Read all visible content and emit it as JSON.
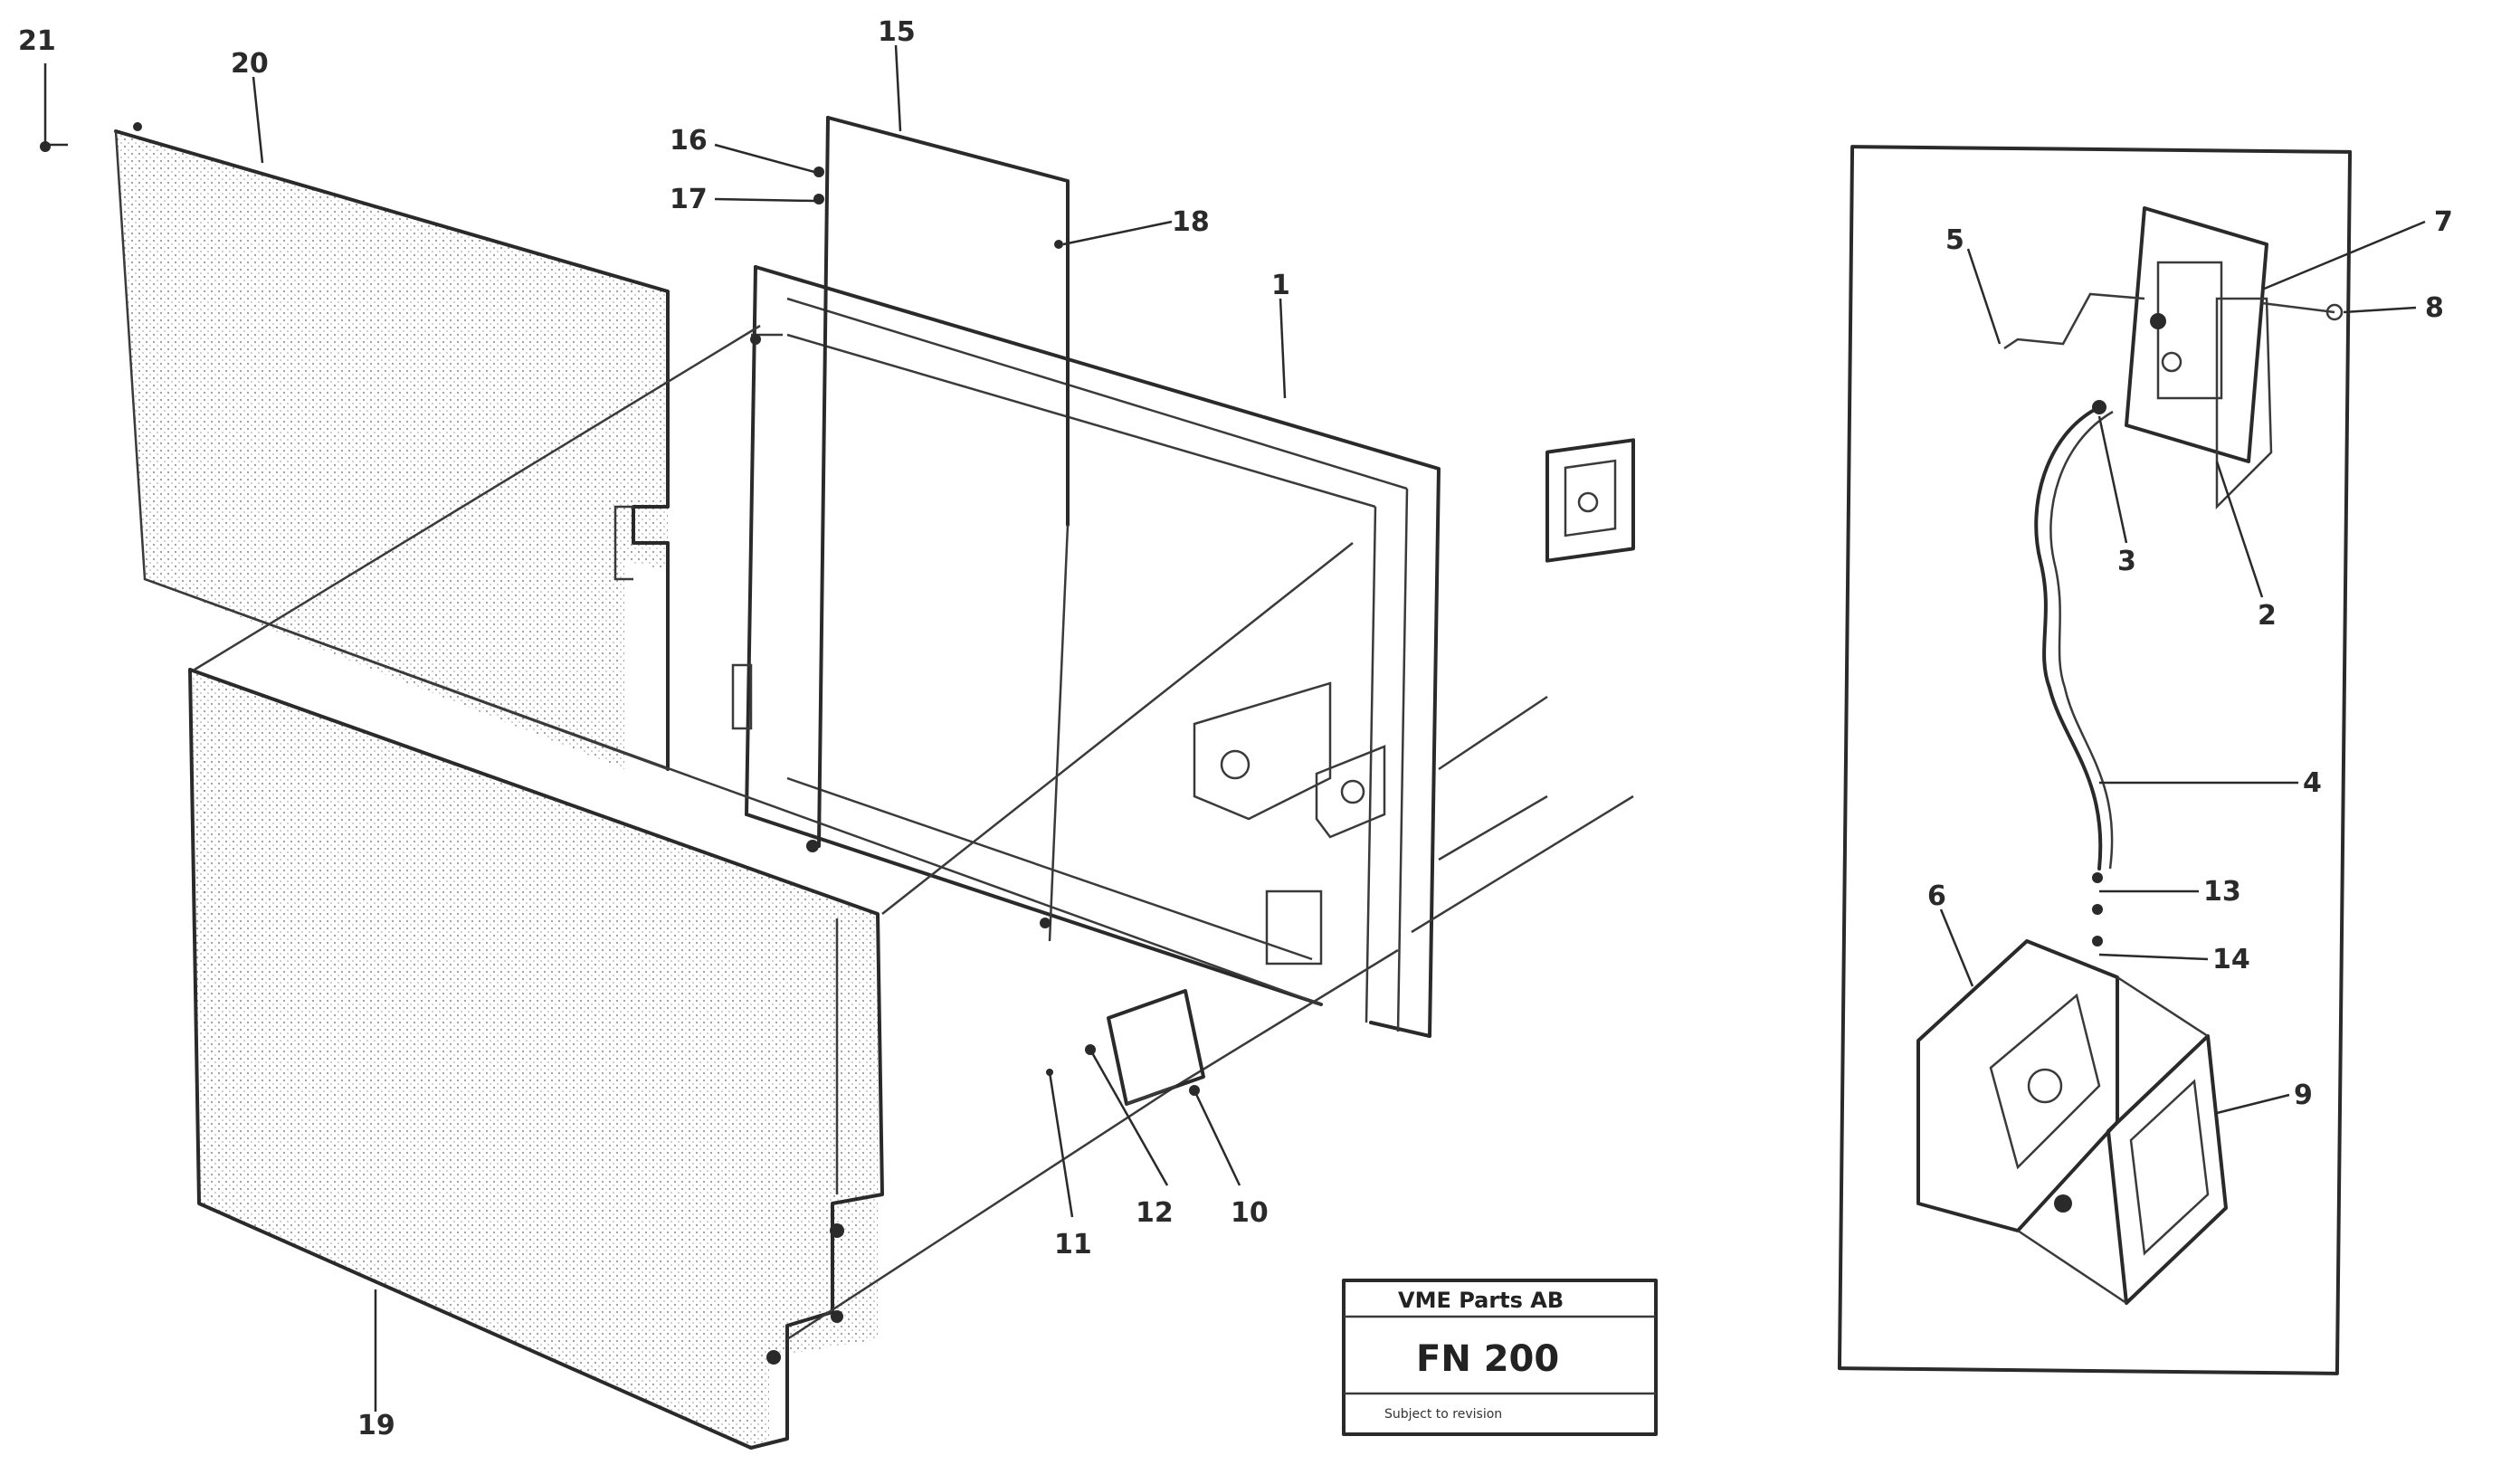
{
  "callouts": {
    "c21": "21",
    "c20": "20",
    "c15": "15",
    "c16": "16",
    "c17": "17",
    "c18": "18",
    "c1": "1",
    "c19": "19",
    "c11": "11",
    "c12": "12",
    "c10": "10"
  },
  "detail_callouts": {
    "d5": "5",
    "d7": "7",
    "d8": "8",
    "d3": "3",
    "d2": "2",
    "d4": "4",
    "d13": "13",
    "d14": "14",
    "d6": "6",
    "d9": "9"
  },
  "title_block": {
    "line1": "VME Parts AB",
    "line2": "FN 200",
    "line3": "Subject to revision"
  },
  "colors": {
    "ink": "#2a2a2a",
    "paper": "#ffffff"
  }
}
